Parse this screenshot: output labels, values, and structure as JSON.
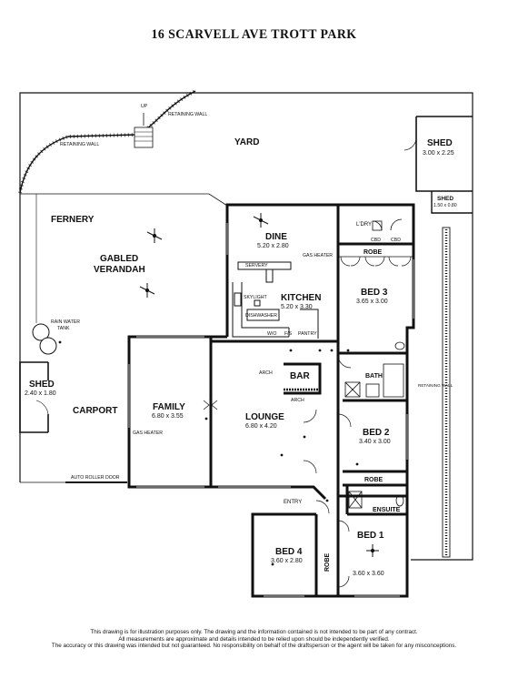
{
  "title": "16 SCARVELL AVE TROTT PARK",
  "labels": {
    "up": "UP",
    "retaining_wall_top": "RETAINING WALL",
    "retaining_wall_left": "RETAINING WALL",
    "yard": "YARD",
    "shed_top": "SHED",
    "shed_top_dim": "3.00 x 2.25",
    "shed_small": "SHED",
    "shed_small_dim": "1.50 x 0.80",
    "fernery": "FERNERY",
    "gabled": "GABLED",
    "verandah": "VERANDAH",
    "dine": "DINE",
    "dine_dim": "5.20 x 2.80",
    "gas_heater_dine": "GAS HEATER",
    "laundry": "L'DRY",
    "cbd1": "CBD",
    "cbd2": "CBD",
    "robe_bed3": "ROBE",
    "servery": "SERVERY",
    "skylight": "SKYLIGHT",
    "kitchen": "KITCHEN",
    "kitchen_dim": "5.20 x 3.30",
    "dishwasher": "DISHWASHER",
    "wo": "W/O",
    "fs": "F/S",
    "pantry": "PANTRY",
    "bed3": "BED 3",
    "bed3_dim": "3.65 x 3.00",
    "rain_water": "RAIN WATER",
    "tank": "TANK",
    "shed_left": "SHED",
    "shed_left_dim": "2.40 x 1.80",
    "carport": "CARPORT",
    "family": "FAMILY",
    "family_dim": "6.80 x 3.55",
    "gas_heater_family": "GAS HEATER",
    "arch1": "ARCH",
    "bar": "BAR",
    "arch2": "ARCH",
    "lounge": "LOUNGE",
    "lounge_dim": "6.80 x 4.20",
    "bath": "BATH",
    "retaining_wall_right": "RETAINING WALL",
    "bed2": "BED 2",
    "bed2_dim": "3.40 x 3.00",
    "robe_bed2": "ROBE",
    "auto_roller_door": "AUTO ROLLER DOOR",
    "entry": "ENTRY",
    "ensuite": "ENSUITE",
    "bed4": "BED 4",
    "bed4_dim": "3.60 x 2.80",
    "robe_bed1": "ROBE",
    "bed1": "BED 1",
    "bed1_dim": "3.60 x 3.60"
  },
  "disclaimer": [
    "This drawing is for illustration purposes only. The drawing and the information contained is not intended to be part of any contract.",
    "All measurements are approximate and details intended to be relied upon should be independently verified.",
    "The accuracy or this drawing was intended but not guaranteed. No responsibility on behalf of the draftsperson or the agent will be taken for any misconceptions."
  ]
}
